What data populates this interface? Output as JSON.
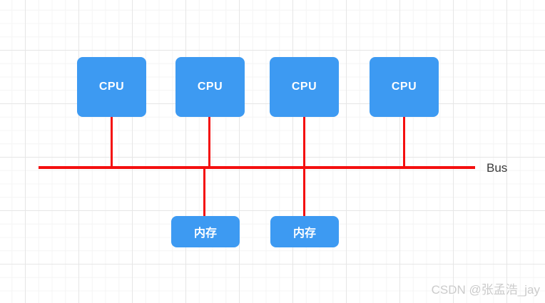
{
  "diagram": {
    "cpu_nodes": [
      {
        "label": "CPU"
      },
      {
        "label": "CPU"
      },
      {
        "label": "CPU"
      },
      {
        "label": "CPU"
      }
    ],
    "memory_nodes": [
      {
        "label": "内存"
      },
      {
        "label": "内存"
      }
    ],
    "bus_label": "Bus",
    "colors": {
      "node_fill": "#3d9af2",
      "node_text": "#ffffff",
      "bus_line": "#f40f0f",
      "label_text": "#3b3b3b",
      "watermark_text": "#cbcbcb"
    }
  },
  "watermark": {
    "text": "CSDN @张孟浩_jay"
  }
}
